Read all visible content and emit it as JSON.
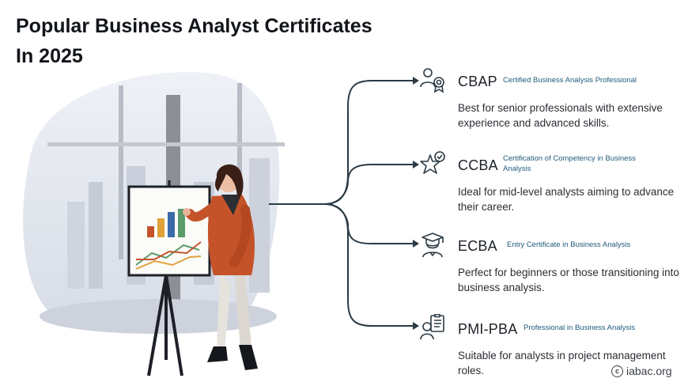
{
  "title_line1": "Popular Business Analyst Certificates",
  "title_line2": "In 2025",
  "certificates": [
    {
      "abbr": "CBAP",
      "full": "Certified Business Analysis Professional",
      "description": "Best for senior professionals with extensive experience and advanced skills.",
      "icon": "professional-badge-icon"
    },
    {
      "abbr": "CCBA",
      "full": "Certification of Competency in Business Analysis",
      "description": "Ideal for mid-level analysts aiming to advance their career.",
      "icon": "star-check-icon"
    },
    {
      "abbr": "ECBA",
      "full": "Entry Certificate in Business Analysis",
      "description": "Perfect for beginners or those transitioning into business analysis.",
      "icon": "graduate-icon"
    },
    {
      "abbr": "PMI-PBA",
      "full": "Professional in Business Analysis",
      "description": "Suitable for analysts in project management roles.",
      "icon": "clipboard-person-icon"
    }
  ],
  "brand": {
    "symbol": "c",
    "name": "iabac.org"
  },
  "colors": {
    "accent": "#1f5a7a",
    "connector": "#2b3a44",
    "blazer": "#c5532a"
  }
}
